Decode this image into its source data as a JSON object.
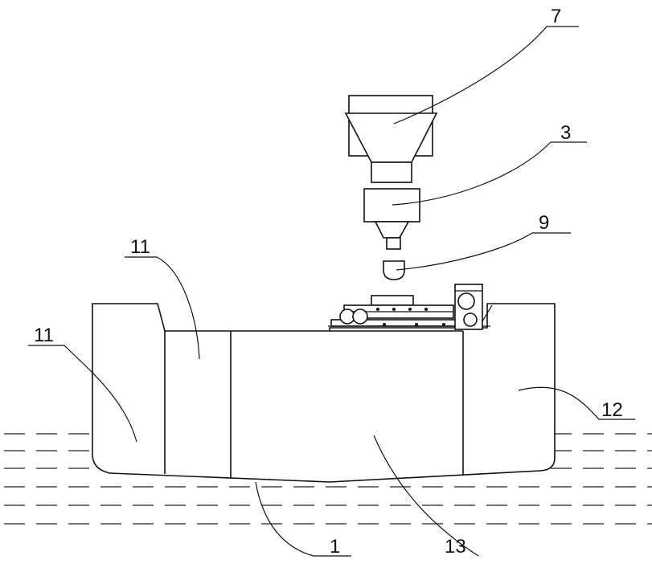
{
  "labels": {
    "hopper": "7",
    "crusher": "3",
    "nozzle": "9",
    "left_tank_upper": "11",
    "left_tank_lower": "11",
    "right_tank": "12",
    "middle_hold": "13",
    "hull_bottom": "1"
  }
}
